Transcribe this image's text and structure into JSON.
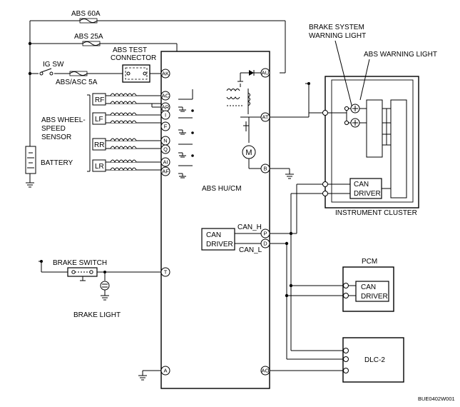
{
  "labels": {
    "abs60a": "ABS 60A",
    "abs25a": "ABS 25A",
    "igsw": "IG SW",
    "absasc5a": "ABS/ASC 5A",
    "abs_test_connector_l1": "ABS TEST",
    "abs_test_connector_l2": "CONNECTOR",
    "abs_wheel_l1": "ABS WHEEL-",
    "abs_wheel_l2": "SPEED",
    "abs_wheel_l3": "SENSOR",
    "battery": "BATTERY",
    "rf": "RF",
    "lf": "LF",
    "rr": "RR",
    "lr": "LR",
    "abs_hucm": "ABS  HU/CM",
    "can_h": "CAN_H",
    "can_l": "CAN_L",
    "can_driver_l1": "CAN",
    "can_driver_l2": "DRIVER",
    "brake_switch": "BRAKE SWITCH",
    "brake_light": "BRAKE LIGHT",
    "brake_system_warning_l1": "BRAKE SYSTEM",
    "brake_system_warning_l2": "WARNING LIGHT",
    "abs_warning_light": "ABS WARNING LIGHT",
    "instrument_cluster": "INSTRUMENT CLUSTER",
    "pcm": "PCM",
    "dlc2": "DLC-2",
    "figure_code": "BUE0402W001",
    "motor": "M"
  },
  "pins": {
    "ak": "AK",
    "ac": "AC",
    "ar": "AR",
    "i": "I",
    "f": "F",
    "n": "N",
    "q": "Q",
    "ai": "AI",
    "af": "AF",
    "au": "AU",
    "at": "AT",
    "b": "B",
    "p": "P",
    "d": "D",
    "t": "T",
    "a": "A",
    "ao": "AO"
  }
}
